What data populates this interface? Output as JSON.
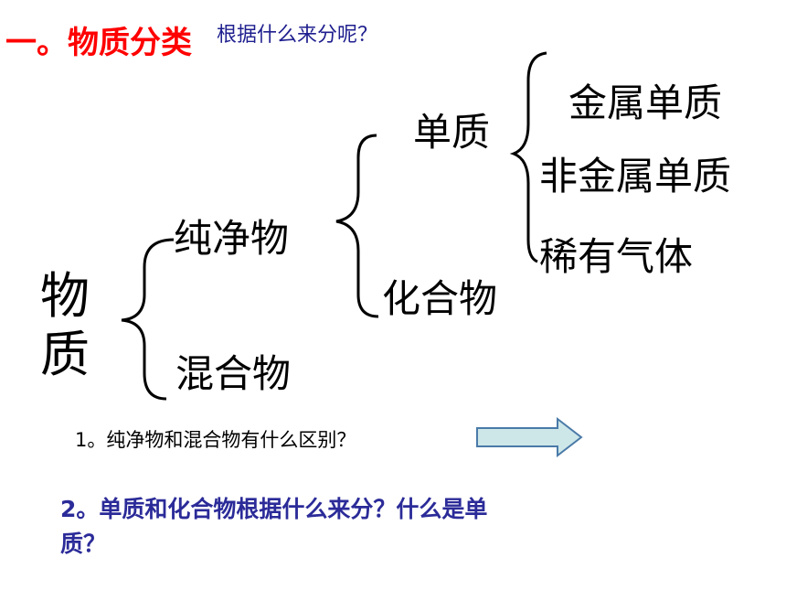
{
  "title": "一。物质分类",
  "subtitle": "根据什么来分呢？",
  "tree": {
    "root": "物质",
    "pure": "纯净物",
    "mixture": "混合物",
    "simple": "单质",
    "compound": "化合物",
    "metal": "金属单质",
    "nonmetal": "非金属单质",
    "noble": "稀有气体"
  },
  "questions": {
    "q1": "1。纯净物和混合物有什么区别？",
    "q2": "2。单质和化合物根据什么来分？什么是单质？"
  },
  "colors": {
    "title": "#ff0000",
    "subtitle": "#1f1f8f",
    "question2": "#2b2b99",
    "arrow_fill": "#cde6e8",
    "arrow_stroke": "#4a7aa8"
  }
}
